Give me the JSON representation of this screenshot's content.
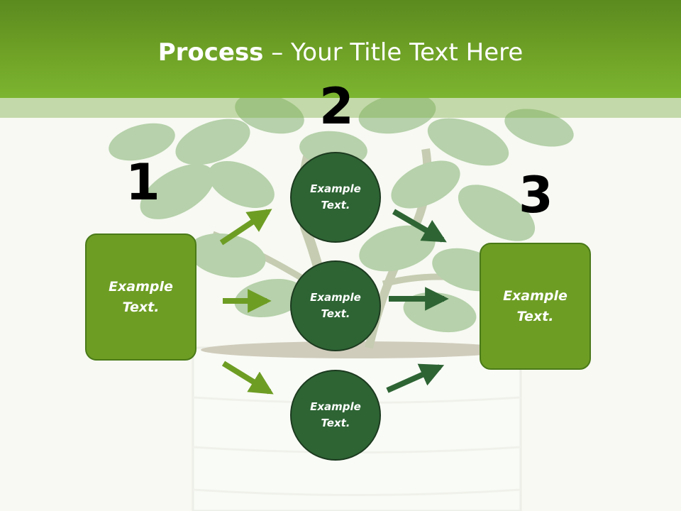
{
  "title": {
    "bold": "Process",
    "rest": " – Your Title Text Here"
  },
  "steps": [
    "1",
    "2",
    "3"
  ],
  "left_box": {
    "label": "Example Text."
  },
  "circles": [
    {
      "label": "Example Text."
    },
    {
      "label": "Example Text."
    },
    {
      "label": "Example Text."
    }
  ],
  "right_box": {
    "label": "Example Text."
  },
  "colors": {
    "header_green": "#6fa226",
    "box_green": "#6e9d24",
    "circle_green": "#2e6434",
    "arrow_light": "#6e9d24",
    "arrow_dark": "#2e6434"
  }
}
